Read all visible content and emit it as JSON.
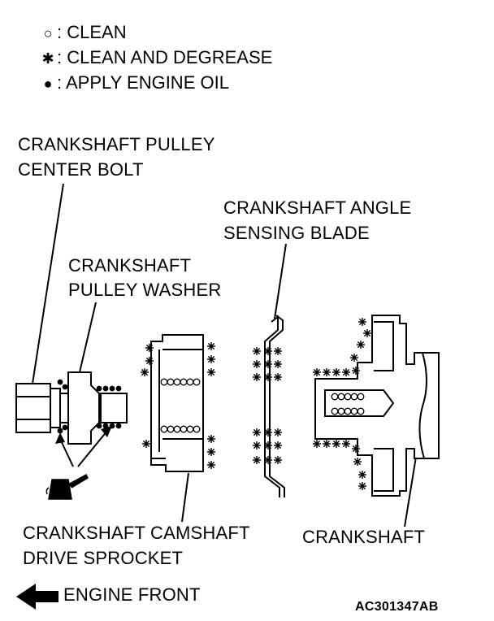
{
  "legend": [
    {
      "symbol": "○",
      "symbol_name": "open-circle-icon",
      "text": ": CLEAN"
    },
    {
      "symbol": "✱",
      "symbol_name": "asterisk-icon",
      "text": ": CLEAN AND DEGREASE"
    },
    {
      "symbol": "●",
      "symbol_name": "filled-dot-icon",
      "text": ": APPLY ENGINE OIL"
    }
  ],
  "labels": {
    "pulley_bolt_line1": "CRANKSHAFT PULLEY",
    "pulley_bolt_line2": "CENTER BOLT",
    "washer_line1": "CRANKSHAFT",
    "washer_line2": "PULLEY WASHER",
    "blade_line1": "CRANKSHAFT ANGLE",
    "blade_line2": "SENSING BLADE",
    "sprocket_line1": "CRANKSHAFT CAMSHAFT",
    "sprocket_line2": "DRIVE SPROCKET",
    "crankshaft": "CRANKSHAFT",
    "engine_front": "ENGINE FRONT"
  },
  "figure_code": "AC301347AB"
}
